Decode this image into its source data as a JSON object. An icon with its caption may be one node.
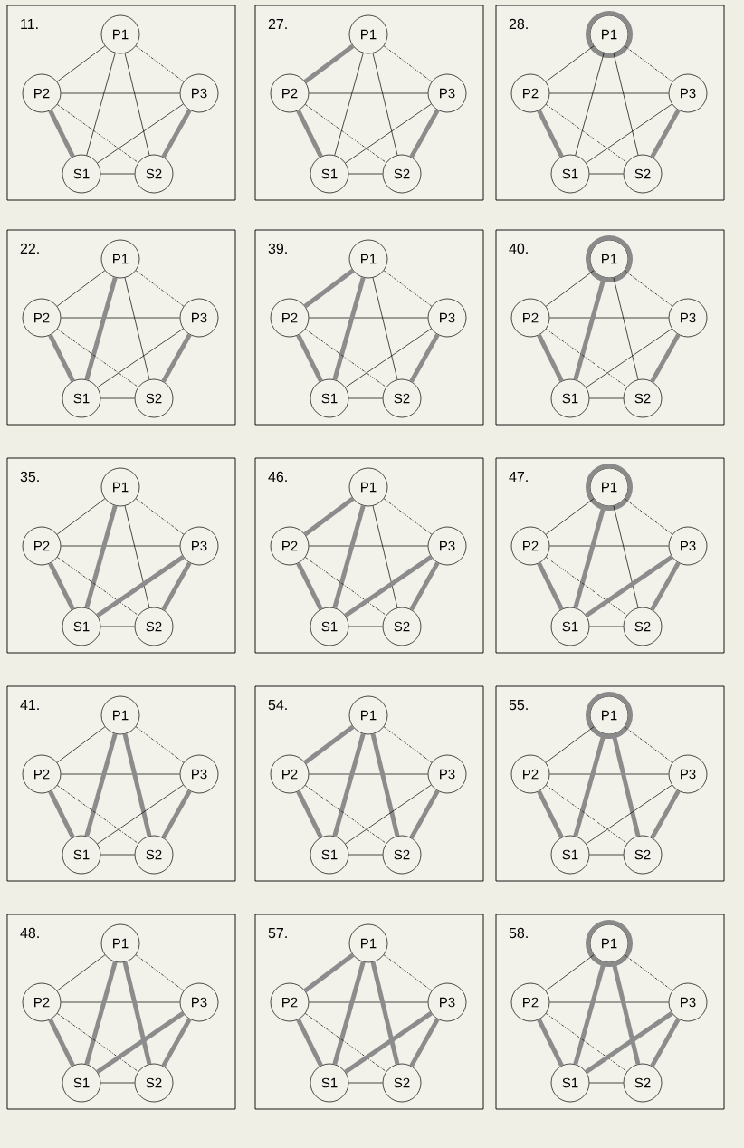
{
  "diagram": {
    "nodes": [
      {
        "text": [
          "11."
        ]
      },
      {
        "text": [
          "P1"
        ],
        "in": 0
      },
      {
        "text": [
          "P2"
        ],
        "in": 0
      },
      {
        "text": [
          "P3"
        ],
        "in": 0
      },
      {
        "text": [
          "S1"
        ],
        "in": 0
      },
      {
        "text": [
          "S2"
        ],
        "in": 0
      },
      {
        "text": [
          "27."
        ]
      },
      {
        "text": [
          "P1"
        ],
        "in": 6
      },
      {
        "text": [
          "P2"
        ],
        "in": 6
      },
      {
        "text": [
          "P3"
        ],
        "in": 6
      },
      {
        "text": [
          "S1"
        ],
        "in": 6
      },
      {
        "text": [
          "S2"
        ],
        "in": 6
      },
      {
        "text": [
          "28."
        ]
      },
      {
        "text": [
          "P1"
        ],
        "in": 90
      },
      {
        "text": [
          "P2"
        ],
        "in": 12
      },
      {
        "text": [
          "P3"
        ],
        "in": 12
      },
      {
        "text": [
          "S1"
        ],
        "in": 12
      },
      {
        "text": [
          "S2"
        ],
        "in": 12
      },
      {
        "text": [
          "22."
        ]
      },
      {
        "text": [
          "P1"
        ],
        "in": 18
      },
      {
        "text": [
          "P2"
        ],
        "in": 18
      },
      {
        "text": [
          "P3"
        ],
        "in": 18
      },
      {
        "text": [
          "S1"
        ],
        "in": 18
      },
      {
        "text": [
          "S2"
        ],
        "in": 18
      },
      {
        "text": [
          "39."
        ]
      },
      {
        "text": [
          "P1"
        ],
        "in": 24
      },
      {
        "text": [
          "P2"
        ],
        "in": 24
      },
      {
        "text": [
          "P3"
        ],
        "in": 24
      },
      {
        "text": [
          "S1"
        ],
        "in": 24
      },
      {
        "text": [
          "S2"
        ],
        "in": 24
      },
      {
        "text": [
          "40."
        ]
      },
      {
        "text": [
          "P1"
        ],
        "in": 91
      },
      {
        "text": [
          "P2"
        ],
        "in": 30
      },
      {
        "text": [
          "P3"
        ],
        "in": 30
      },
      {
        "text": [
          "S1"
        ],
        "in": 30
      },
      {
        "text": [
          "S2"
        ],
        "in": 30
      },
      {
        "text": [
          "35."
        ]
      },
      {
        "text": [
          "P1"
        ],
        "in": 36
      },
      {
        "text": [
          "P2"
        ],
        "in": 36
      },
      {
        "text": [
          "P3"
        ],
        "in": 36
      },
      {
        "text": [
          "S1"
        ],
        "in": 36
      },
      {
        "text": [
          "S2"
        ],
        "in": 36
      },
      {
        "text": [
          "46."
        ]
      },
      {
        "text": [
          "P1"
        ],
        "in": 42
      },
      {
        "text": [
          "P2"
        ],
        "in": 42
      },
      {
        "text": [
          "P3"
        ],
        "in": 42
      },
      {
        "text": [
          "S1"
        ],
        "in": 42
      },
      {
        "text": [
          "S2"
        ],
        "in": 42
      },
      {
        "text": [
          "47."
        ]
      },
      {
        "text": [
          "P1"
        ],
        "in": 92
      },
      {
        "text": [
          "P2"
        ],
        "in": 48
      },
      {
        "text": [
          "P3"
        ],
        "in": 48
      },
      {
        "text": [
          "S1"
        ],
        "in": 48
      },
      {
        "text": [
          "S2"
        ],
        "in": 48
      },
      {
        "text": [
          "41."
        ]
      },
      {
        "text": [
          "P1"
        ],
        "in": 54
      },
      {
        "text": [
          "P2"
        ],
        "in": 54
      },
      {
        "text": [
          "P3"
        ],
        "in": 54
      },
      {
        "text": [
          "S1"
        ],
        "in": 54
      },
      {
        "text": [
          "S2"
        ],
        "in": 54
      },
      {
        "text": [
          "54."
        ]
      },
      {
        "text": [
          "P1"
        ],
        "in": 60
      },
      {
        "text": [
          "P2"
        ],
        "in": 60
      },
      {
        "text": [
          "P3"
        ],
        "in": 60
      },
      {
        "text": [
          "S1"
        ],
        "in": 60
      },
      {
        "text": [
          "S2"
        ],
        "in": 60
      },
      {
        "text": [
          "55."
        ]
      },
      {
        "text": [
          "P1"
        ],
        "in": 93
      },
      {
        "text": [
          "P2"
        ],
        "in": 66
      },
      {
        "text": [
          "P3"
        ],
        "in": 66
      },
      {
        "text": [
          "S1"
        ],
        "in": 66
      },
      {
        "text": [
          "S2"
        ],
        "in": 66
      },
      {
        "text": [
          "48."
        ]
      },
      {
        "text": [
          "P1"
        ],
        "in": 72
      },
      {
        "text": [
          "P2"
        ],
        "in": 72
      },
      {
        "text": [
          "P3"
        ],
        "in": 72
      },
      {
        "text": [
          "S1"
        ],
        "in": 72
      },
      {
        "text": [
          "S2"
        ],
        "in": 72
      },
      {
        "text": [
          "57."
        ]
      },
      {
        "text": [
          "P1"
        ],
        "in": 78
      },
      {
        "text": [
          "P2"
        ],
        "in": 78
      },
      {
        "text": [
          "P3"
        ],
        "in": 78
      },
      {
        "text": [
          "S1"
        ],
        "in": 78
      },
      {
        "text": [
          "S2"
        ],
        "in": 78
      },
      {
        "text": [
          "58."
        ]
      },
      {
        "text": [
          "P1"
        ],
        "in": 94
      },
      {
        "text": [
          "P2"
        ],
        "in": 84
      },
      {
        "text": [
          "P3"
        ],
        "in": 84
      },
      {
        "text": [
          "S1"
        ],
        "in": 84
      },
      {
        "text": [
          "S2"
        ],
        "in": 84
      },
      {
        "text": [],
        "shape": "circle",
        "in": 12
      },
      {
        "text": [],
        "shape": "circle",
        "in": 30
      },
      {
        "text": [],
        "shape": "circle",
        "in": 48
      },
      {
        "text": [],
        "shape": "circle",
        "in": 66
      },
      {
        "text": [],
        "shape": "circle",
        "in": 84
      }
    ],
    "edges": [
      {
        "from": 1,
        "to": 2,
        "arrow": "none"
      },
      {
        "from": 1,
        "to": 3,
        "arrow": "none",
        "style": "dashed"
      },
      {
        "from": 2,
        "to": 3,
        "arrow": "none"
      },
      {
        "from": 1,
        "to": 4,
        "arrow": "none"
      },
      {
        "from": 1,
        "to": 5,
        "arrow": "none"
      },
      {
        "from": 2,
        "to": 4,
        "arrow": "none",
        "style": "thick",
        "color": "#8c8c8c"
      },
      {
        "from": 2,
        "to": 5,
        "arrow": "none",
        "style": "dashed"
      },
      {
        "from": 3,
        "to": 4,
        "arrow": "none"
      },
      {
        "from": 3,
        "to": 5,
        "arrow": "none",
        "style": "thick",
        "color": "#8c8c8c"
      },
      {
        "from": 5,
        "to": 4,
        "arrow": "none"
      },
      {
        "from": 7,
        "to": 8,
        "arrow": "none",
        "style": "thick",
        "color": "#8c8c8c"
      },
      {
        "from": 7,
        "to": 9,
        "arrow": "none",
        "style": "dashed"
      },
      {
        "from": 8,
        "to": 9,
        "arrow": "none"
      },
      {
        "from": 7,
        "to": 10,
        "arrow": "none"
      },
      {
        "from": 7,
        "to": 11,
        "arrow": "none"
      },
      {
        "from": 8,
        "to": 10,
        "arrow": "none",
        "style": "thick",
        "color": "#8c8c8c"
      },
      {
        "from": 8,
        "to": 11,
        "arrow": "none",
        "style": "dashed"
      },
      {
        "from": 9,
        "to": 10,
        "arrow": "none"
      },
      {
        "from": 9,
        "to": 11,
        "arrow": "none",
        "style": "thick",
        "color": "#8c8c8c"
      },
      {
        "from": 11,
        "to": 10,
        "arrow": "none"
      },
      {
        "from": 13,
        "to": 14,
        "arrow": "none"
      },
      {
        "from": 13,
        "to": 15,
        "arrow": "none",
        "style": "dashed"
      },
      {
        "from": 14,
        "to": 15,
        "arrow": "none"
      },
      {
        "from": 13,
        "to": 16,
        "arrow": "none"
      },
      {
        "from": 13,
        "to": 17,
        "arrow": "none"
      },
      {
        "from": 14,
        "to": 16,
        "arrow": "none",
        "style": "thick",
        "color": "#8c8c8c"
      },
      {
        "from": 14,
        "to": 17,
        "arrow": "none",
        "style": "dashed"
      },
      {
        "from": 15,
        "to": 16,
        "arrow": "none"
      },
      {
        "from": 15,
        "to": 17,
        "arrow": "none",
        "style": "thick",
        "color": "#8c8c8c"
      },
      {
        "from": 17,
        "to": 16,
        "arrow": "none"
      },
      {
        "from": 19,
        "to": 20,
        "arrow": "none"
      },
      {
        "from": 19,
        "to": 21,
        "arrow": "none",
        "style": "dashed"
      },
      {
        "from": 20,
        "to": 21,
        "arrow": "none"
      },
      {
        "from": 19,
        "to": 22,
        "arrow": "none",
        "style": "thick",
        "color": "#8c8c8c"
      },
      {
        "from": 19,
        "to": 23,
        "arrow": "none"
      },
      {
        "from": 20,
        "to": 22,
        "arrow": "none",
        "style": "thick",
        "color": "#8c8c8c"
      },
      {
        "from": 20,
        "to": 23,
        "arrow": "none",
        "style": "dashed"
      },
      {
        "from": 21,
        "to": 22,
        "arrow": "none"
      },
      {
        "from": 21,
        "to": 23,
        "arrow": "none",
        "style": "thick",
        "color": "#8c8c8c"
      },
      {
        "from": 23,
        "to": 22,
        "arrow": "none"
      },
      {
        "from": 25,
        "to": 26,
        "arrow": "none",
        "style": "thick",
        "color": "#8c8c8c"
      },
      {
        "from": 25,
        "to": 27,
        "arrow": "none",
        "style": "dashed"
      },
      {
        "from": 26,
        "to": 27,
        "arrow": "none"
      },
      {
        "from": 25,
        "to": 28,
        "arrow": "none",
        "style": "thick",
        "color": "#8c8c8c"
      },
      {
        "from": 25,
        "to": 29,
        "arrow": "none"
      },
      {
        "from": 26,
        "to": 28,
        "arrow": "none",
        "style": "thick",
        "color": "#8c8c8c"
      },
      {
        "from": 26,
        "to": 29,
        "arrow": "none",
        "style": "dashed"
      },
      {
        "from": 27,
        "to": 28,
        "arrow": "none"
      },
      {
        "from": 27,
        "to": 29,
        "arrow": "none",
        "style": "thick",
        "color": "#8c8c8c"
      },
      {
        "from": 29,
        "to": 28,
        "arrow": "none"
      },
      {
        "from": 31,
        "to": 32,
        "arrow": "none"
      },
      {
        "from": 31,
        "to": 33,
        "arrow": "none",
        "style": "dashed"
      },
      {
        "from": 32,
        "to": 33,
        "arrow": "none"
      },
      {
        "from": 31,
        "to": 34,
        "arrow": "none",
        "style": "thick",
        "color": "#8c8c8c"
      },
      {
        "from": 31,
        "to": 35,
        "arrow": "none"
      },
      {
        "from": 32,
        "to": 34,
        "arrow": "none",
        "style": "thick",
        "color": "#8c8c8c"
      },
      {
        "from": 32,
        "to": 35,
        "arrow": "none",
        "style": "dashed"
      },
      {
        "from": 33,
        "to": 34,
        "arrow": "none"
      },
      {
        "from": 33,
        "to": 35,
        "arrow": "none",
        "style": "thick",
        "color": "#8c8c8c"
      },
      {
        "from": 35,
        "to": 34,
        "arrow": "none"
      },
      {
        "from": 37,
        "to": 38,
        "arrow": "none"
      },
      {
        "from": 37,
        "to": 39,
        "arrow": "none",
        "style": "dashed"
      },
      {
        "from": 38,
        "to": 39,
        "arrow": "none"
      },
      {
        "from": 37,
        "to": 40,
        "arrow": "none",
        "style": "thick",
        "color": "#8c8c8c"
      },
      {
        "from": 37,
        "to": 41,
        "arrow": "none"
      },
      {
        "from": 38,
        "to": 40,
        "arrow": "none",
        "style": "thick",
        "color": "#8c8c8c"
      },
      {
        "from": 38,
        "to": 41,
        "arrow": "none",
        "style": "dashed"
      },
      {
        "from": 39,
        "to": 40,
        "arrow": "none",
        "style": "thick",
        "color": "#8c8c8c"
      },
      {
        "from": 39,
        "to": 41,
        "arrow": "none",
        "style": "thick",
        "color": "#8c8c8c"
      },
      {
        "from": 41,
        "to": 40,
        "arrow": "none"
      },
      {
        "from": 43,
        "to": 44,
        "arrow": "none",
        "style": "thick",
        "color": "#8c8c8c"
      },
      {
        "from": 43,
        "to": 45,
        "arrow": "none",
        "style": "dashed"
      },
      {
        "from": 44,
        "to": 45,
        "arrow": "none"
      },
      {
        "from": 43,
        "to": 46,
        "arrow": "none",
        "style": "thick",
        "color": "#8c8c8c"
      },
      {
        "from": 43,
        "to": 47,
        "arrow": "none"
      },
      {
        "from": 44,
        "to": 46,
        "arrow": "none",
        "style": "thick",
        "color": "#8c8c8c"
      },
      {
        "from": 44,
        "to": 47,
        "arrow": "none",
        "style": "dashed"
      },
      {
        "from": 45,
        "to": 46,
        "arrow": "none",
        "style": "thick",
        "color": "#8c8c8c"
      },
      {
        "from": 45,
        "to": 47,
        "arrow": "none",
        "style": "thick",
        "color": "#8c8c8c"
      },
      {
        "from": 47,
        "to": 46,
        "arrow": "none"
      },
      {
        "from": 49,
        "to": 50,
        "arrow": "none"
      },
      {
        "from": 49,
        "to": 51,
        "arrow": "none",
        "style": "dashed"
      },
      {
        "from": 50,
        "to": 51,
        "arrow": "none"
      },
      {
        "from": 49,
        "to": 52,
        "arrow": "none",
        "style": "thick",
        "color": "#8c8c8c"
      },
      {
        "from": 49,
        "to": 53,
        "arrow": "none"
      },
      {
        "from": 50,
        "to": 52,
        "arrow": "none",
        "style": "thick",
        "color": "#8c8c8c"
      },
      {
        "from": 50,
        "to": 53,
        "arrow": "none",
        "style": "dashed"
      },
      {
        "from": 51,
        "to": 52,
        "arrow": "none",
        "style": "thick",
        "color": "#8c8c8c"
      },
      {
        "from": 51,
        "to": 53,
        "arrow": "none",
        "style": "thick",
        "color": "#8c8c8c"
      },
      {
        "from": 53,
        "to": 52,
        "arrow": "none"
      },
      {
        "from": 55,
        "to": 56,
        "arrow": "none"
      },
      {
        "from": 55,
        "to": 57,
        "arrow": "none",
        "style": "dashed"
      },
      {
        "from": 56,
        "to": 57,
        "arrow": "none"
      },
      {
        "from": 55,
        "to": 58,
        "arrow": "none",
        "style": "thick",
        "color": "#8c8c8c"
      },
      {
        "from": 55,
        "to": 59,
        "arrow": "none",
        "style": "thick",
        "color": "#8c8c8c"
      },
      {
        "from": 56,
        "to": 58,
        "arrow": "none",
        "style": "thick",
        "color": "#8c8c8c"
      },
      {
        "from": 56,
        "to": 59,
        "arrow": "none",
        "style": "dashed"
      },
      {
        "from": 57,
        "to": 58,
        "arrow": "none"
      },
      {
        "from": 57,
        "to": 59,
        "arrow": "none",
        "style": "thick",
        "color": "#8c8c8c"
      },
      {
        "from": 59,
        "to": 58,
        "arrow": "none"
      },
      {
        "from": 61,
        "to": 62,
        "arrow": "none",
        "style": "thick",
        "color": "#8c8c8c"
      },
      {
        "from": 61,
        "to": 63,
        "arrow": "none",
        "style": "dashed"
      },
      {
        "from": 62,
        "to": 63,
        "arrow": "none"
      },
      {
        "from": 61,
        "to": 64,
        "arrow": "none",
        "style": "thick",
        "color": "#8c8c8c"
      },
      {
        "from": 61,
        "to": 65,
        "arrow": "none",
        "style": "thick",
        "color": "#8c8c8c"
      },
      {
        "from": 62,
        "to": 64,
        "arrow": "none",
        "style": "thick",
        "color": "#8c8c8c"
      },
      {
        "from": 62,
        "to": 65,
        "arrow": "none",
        "style": "dashed"
      },
      {
        "from": 63,
        "to": 64,
        "arrow": "none"
      },
      {
        "from": 63,
        "to": 65,
        "arrow": "none",
        "style": "thick",
        "color": "#8c8c8c"
      },
      {
        "from": 65,
        "to": 64,
        "arrow": "none"
      },
      {
        "from": 67,
        "to": 68,
        "arrow": "none"
      },
      {
        "from": 67,
        "to": 69,
        "arrow": "none",
        "style": "dashed"
      },
      {
        "from": 68,
        "to": 69,
        "arrow": "none"
      },
      {
        "from": 67,
        "to": 70,
        "arrow": "none",
        "style": "thick",
        "color": "#8c8c8c"
      },
      {
        "from": 67,
        "to": 71,
        "arrow": "none",
        "style": "thick",
        "color": "#8c8c8c"
      },
      {
        "from": 68,
        "to": 70,
        "arrow": "none",
        "style": "thick",
        "color": "#8c8c8c"
      },
      {
        "from": 68,
        "to": 71,
        "arrow": "none",
        "style": "dashed"
      },
      {
        "from": 69,
        "to": 70,
        "arrow": "none"
      },
      {
        "from": 69,
        "to": 71,
        "arrow": "none",
        "style": "thick",
        "color": "#8c8c8c"
      },
      {
        "from": 71,
        "to": 70,
        "arrow": "none"
      },
      {
        "from": 73,
        "to": 74,
        "arrow": "none"
      },
      {
        "from": 73,
        "to": 75,
        "arrow": "none",
        "style": "dashed"
      },
      {
        "from": 74,
        "to": 75,
        "arrow": "none"
      },
      {
        "from": 73,
        "to": 76,
        "arrow": "none",
        "style": "thick",
        "color": "#8c8c8c"
      },
      {
        "from": 73,
        "to": 77,
        "arrow": "none",
        "style": "thick",
        "color": "#8c8c8c"
      },
      {
        "from": 74,
        "to": 76,
        "arrow": "none",
        "style": "thick",
        "color": "#8c8c8c"
      },
      {
        "from": 74,
        "to": 77,
        "arrow": "none",
        "style": "dashed"
      },
      {
        "from": 75,
        "to": 76,
        "arrow": "none",
        "style": "thick",
        "color": "#8c8c8c"
      },
      {
        "from": 75,
        "to": 77,
        "arrow": "none",
        "style": "thick",
        "color": "#8c8c8c"
      },
      {
        "from": 77,
        "to": 76,
        "arrow": "none"
      },
      {
        "from": 79,
        "to": 80,
        "arrow": "none",
        "style": "thick",
        "color": "#8c8c8c"
      },
      {
        "from": 79,
        "to": 81,
        "arrow": "none",
        "style": "dashed"
      },
      {
        "from": 80,
        "to": 81,
        "arrow": "none"
      },
      {
        "from": 79,
        "to": 82,
        "arrow": "none",
        "style": "thick",
        "color": "#8c8c8c"
      },
      {
        "from": 79,
        "to": 83,
        "arrow": "none",
        "style": "thick",
        "color": "#8c8c8c"
      },
      {
        "from": 80,
        "to": 82,
        "arrow": "none",
        "style": "thick",
        "color": "#8c8c8c"
      },
      {
        "from": 80,
        "to": 83,
        "arrow": "none",
        "style": "dashed"
      },
      {
        "from": 81,
        "to": 82,
        "arrow": "none",
        "style": "thick",
        "color": "#8c8c8c"
      },
      {
        "from": 81,
        "to": 83,
        "arrow": "none",
        "style": "thick",
        "color": "#8c8c8c"
      },
      {
        "from": 83,
        "to": 82,
        "arrow": "none"
      },
      {
        "from": 85,
        "to": 86,
        "arrow": "none"
      },
      {
        "from": 85,
        "to": 87,
        "arrow": "none",
        "style": "dashed"
      },
      {
        "from": 86,
        "to": 87,
        "arrow": "none"
      },
      {
        "from": 85,
        "to": 88,
        "arrow": "none",
        "style": "thick",
        "color": "#8c8c8c"
      },
      {
        "from": 85,
        "to": 89,
        "arrow": "none",
        "style": "thick",
        "color": "#8c8c8c"
      },
      {
        "from": 86,
        "to": 88,
        "arrow": "none",
        "style": "thick",
        "color": "#8c8c8c"
      },
      {
        "from": 86,
        "to": 89,
        "arrow": "none",
        "style": "dashed"
      },
      {
        "from": 87,
        "to": 88,
        "arrow": "none",
        "style": "thick",
        "color": "#8c8c8c"
      },
      {
        "from": 87,
        "to": 89,
        "arrow": "none",
        "style": "thick",
        "color": "#8c8c8c"
      },
      {
        "from": 89,
        "to": 88,
        "arrow": "none"
      }
    ]
  }
}
